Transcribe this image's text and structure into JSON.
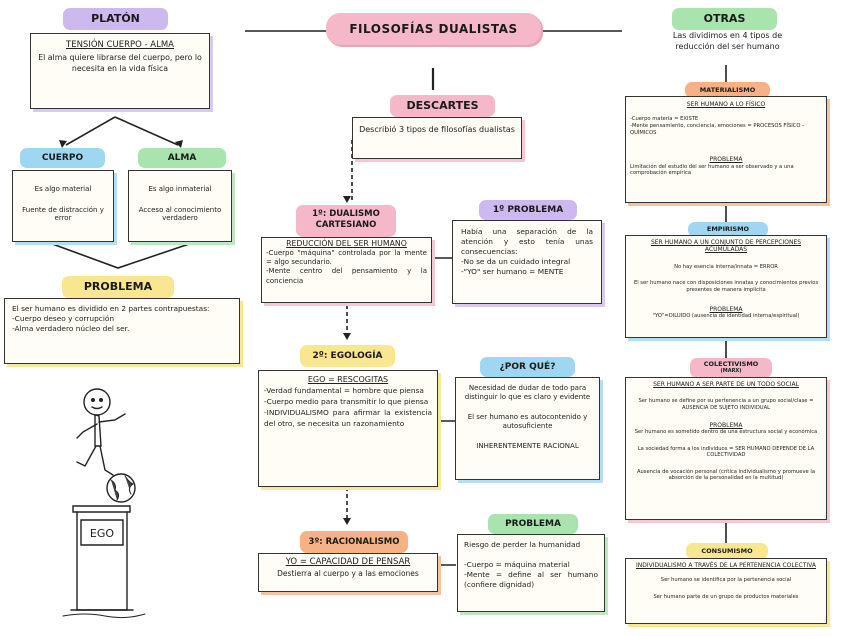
{
  "colors": {
    "purple": "#cdb8ef",
    "green": "#a9e3ad",
    "blue": "#9fd6f2",
    "pink": "#f5b8c9",
    "yellow": "#f8e691",
    "orange": "#f6b184",
    "ink": "#222222"
  },
  "title": "FILOSOFÍAS DUALISTAS",
  "platon": {
    "title": "PLATÓN",
    "subtitle": "TENSIÓN CUERPO - ALMA",
    "text": "El alma quiere librarse del cuerpo, pero lo necesita en la vida física",
    "cuerpo": {
      "title": "CUERPO",
      "line1": "Es algo material",
      "line2": "Fuente de distracción y error"
    },
    "alma": {
      "title": "ALMA",
      "line1": "Es algo inmaterial",
      "line2": "Acceso al conocimiento verdadero"
    },
    "problema": {
      "title": "PROBLEMA",
      "text": "El ser humano es dividido en 2 partes contrapuestas:\n-Cuerpo      deseo y corrupción\n-Alma      verdadero núcleo del ser."
    },
    "figure_label": "EGO"
  },
  "descartes": {
    "title": "DESCARTES",
    "text": "Describió 3 tipos de filosofías dualistas",
    "dualismo": {
      "title": "1º: DUALISMO CARTESIANO",
      "subtitle": "REDUCCIÓN DEL SER HUMANO",
      "text": "-Cuerpo      \"máquina\" controlada por la mente = algo secundario.\n-Mente      centro del pensamiento y la conciencia"
    },
    "problema1": {
      "title": "1º PROBLEMA",
      "text": "Había una separación de la atención y esto tenía unas consecuencias:\n-No se da un cuidado integral\n-\"YO\" ser humano = MENTE"
    },
    "egologia": {
      "title": "2º: EGOLOGÍA",
      "subtitle": "EGO = RESCOGITAS",
      "text": "-Verdad fundamental = hombre que piensa\n-Cuerpo      medio para transmitir lo que piensa\n-INDIVIDUALISMO      para afirmar la existencia del otro, se necesita un razonamiento"
    },
    "porque": {
      "title": "¿POR QUÉ?",
      "line1": "Necesidad de dudar de todo para distinguir lo que es claro y evidente",
      "line2": "El ser humano es autocontenido y autosuficiente",
      "line3": "INHERENTEMENTE RACIONAL"
    },
    "racionalismo": {
      "title": "3º: RACIONALISMO",
      "subtitle": "YO = CAPACIDAD DE PENSAR",
      "text": "Destierra al cuerpo y a las emociones"
    },
    "problema3": {
      "title": "PROBLEMA",
      "line1": "Riesgo de perder la humanidad",
      "line2": "-Cuerpo = máquina material\n-Mente = define al ser humano (confiere dignidad)"
    }
  },
  "otras": {
    "title": "OTRAS",
    "text": "Las dividimos en 4 tipos de reducción del ser humano",
    "materialismo": {
      "title": "MATERIALISMO",
      "subtitle": "SER HUMANO A LO FÍSICO",
      "text": "-Cuerpo      materia = EXISTE\n-Mente      pensamiento, conciencia, emociones = PROCESOS FÍSICO - QUÍMICOS",
      "problema_label": "PROBLEMA",
      "problema": "Limitación del estudio del ser humano a ser observado y a una comprobación empírica"
    },
    "empirismo": {
      "title": "EMPIRISMO",
      "subtitle": "SER HUMANO A UN CONJUNTO DE PERCEPCIONES ACUMULADAS",
      "line1": "No hay esencia interna/innata = ERROR",
      "line2": "El ser humano nace con disposiciones innatas y conocimientos previos presentes de manera implícita",
      "problema_label": "PROBLEMA",
      "problema": "\"YO\"=DILUIDO (ausencia de identidad interna/espiritual)"
    },
    "colectivismo": {
      "title": "COLECTIVISMO",
      "note": "(MARX)",
      "subtitle": "SER HUMANO A SER PARTE DE UN TODO SOCIAL",
      "line1": "Ser humano se define por su pertenencia a un grupo social/clase = AUSENCIA DE SUJETO INDIVIDUAL",
      "problema_label": "PROBLEMA",
      "line2": "Ser humano es sometido dentro de una estructura social y económica",
      "line3": "La sociedad forma a los individuos = SER HUMANO DEPENDE DE LA COLECTIVIDAD",
      "line4": "Ausencia de vocación personal (crítica individualismo y promueve la absorción de la personalidad en la multitud)"
    },
    "consumismo": {
      "title": "CONSUMISMO",
      "subtitle": "INDIVIDUALISMO A TRAVÉS DE LA PERTENENCIA COLECTIVA",
      "line1": "Ser humano se identifica por la pertenencia social",
      "line2": "Ser humano parte de un grupo de productos materiales"
    }
  }
}
